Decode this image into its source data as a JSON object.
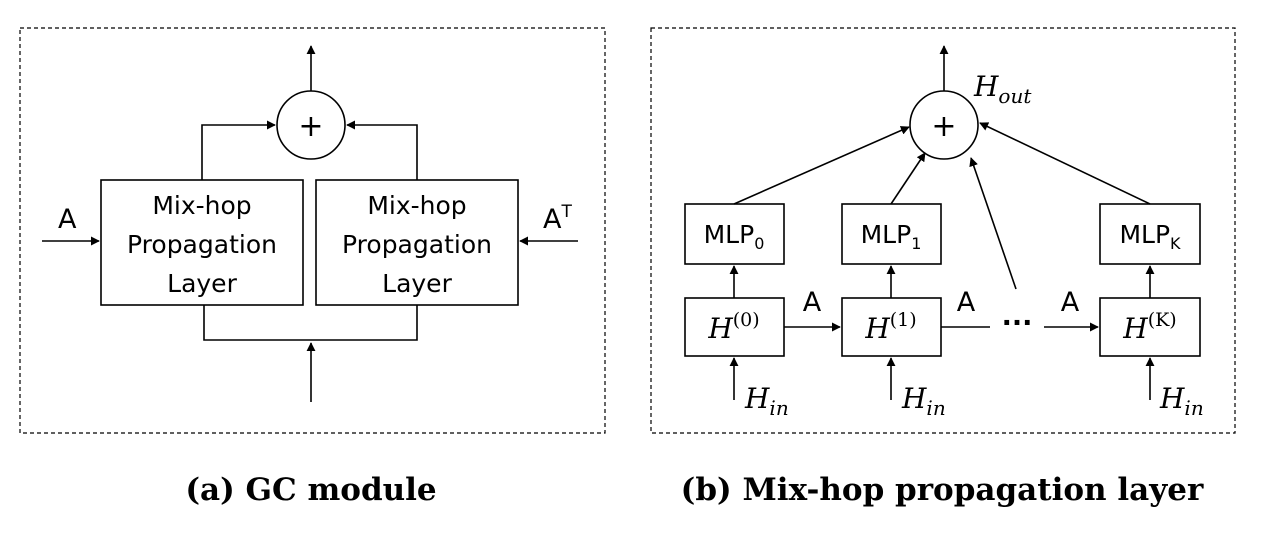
{
  "panel_a": {
    "caption": "(a) GC module",
    "left_input": "A",
    "right_input": "A",
    "right_input_sup": "T",
    "left_block": {
      "line1": "Mix-hop",
      "line2": "Propagation",
      "line3": "Layer"
    },
    "right_block": {
      "line1": "Mix-hop",
      "line2": "Propagation",
      "line3": "Layer"
    },
    "sum_symbol": "+"
  },
  "panel_b": {
    "caption": "(b) Mix-hop propagation layer",
    "sum_symbol": "+",
    "output_label": {
      "base": "H",
      "sub": "out"
    },
    "input_label": {
      "base": "H",
      "sub": "in"
    },
    "mlp_base": "MLP",
    "mlp_subs": [
      "0",
      "1",
      "K"
    ],
    "h_base": "H",
    "h_sups": [
      "(0)",
      "(1)",
      "(K)"
    ],
    "edge_label": "A",
    "ellipsis": "···"
  }
}
